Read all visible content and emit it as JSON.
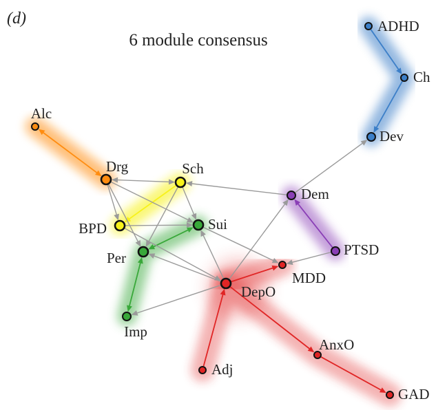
{
  "panel_label": "(d)",
  "title": "6 module consensus",
  "colors": {
    "blue": "#3c7fc8",
    "orange": "#ff8c10",
    "yellow": "#f7f21a",
    "green": "#39a83a",
    "purple": "#8a3fb6",
    "red": "#e02525",
    "grey": "#9a9a9a",
    "black": "#111111"
  },
  "modules": [
    {
      "id": "blue",
      "color": "#3c7fc8",
      "nodes": [
        "ADHD",
        "Ch",
        "Dev"
      ]
    },
    {
      "id": "orange",
      "color": "#ff8c10",
      "nodes": [
        "Alc",
        "Drg"
      ]
    },
    {
      "id": "yellow",
      "color": "#f7f21a",
      "nodes": [
        "BPD",
        "Sch"
      ]
    },
    {
      "id": "green",
      "color": "#39a83a",
      "nodes": [
        "Per",
        "Sui",
        "Imp"
      ]
    },
    {
      "id": "purple",
      "color": "#8a3fb6",
      "nodes": [
        "Dem",
        "PTSD"
      ]
    },
    {
      "id": "red",
      "color": "#e02525",
      "nodes": [
        "DepO",
        "MDD",
        "Adj",
        "AnxO",
        "GAD"
      ]
    }
  ],
  "nodes": [
    {
      "id": "ADHD",
      "label": "ADHD",
      "fill": "#3c7fc8"
    },
    {
      "id": "Ch",
      "label": "Ch",
      "fill": "#3c7fc8"
    },
    {
      "id": "Dev",
      "label": "Dev",
      "fill": "#3c7fc8"
    },
    {
      "id": "Alc",
      "label": "Alc",
      "fill": "#ff8c10"
    },
    {
      "id": "Drg",
      "label": "Drg",
      "fill": "#ff8c10"
    },
    {
      "id": "Sch",
      "label": "Sch",
      "fill": "#f7f21a"
    },
    {
      "id": "BPD",
      "label": "BPD",
      "fill": "#f7f21a"
    },
    {
      "id": "Sui",
      "label": "Sui",
      "fill": "#39a83a"
    },
    {
      "id": "Per",
      "label": "Per",
      "fill": "#39a83a"
    },
    {
      "id": "Imp",
      "label": "Imp",
      "fill": "#39a83a"
    },
    {
      "id": "Dem",
      "label": "Dem",
      "fill": "#8a3fb6"
    },
    {
      "id": "PTSD",
      "label": "PTSD",
      "fill": "#8a3fb6"
    },
    {
      "id": "DepO",
      "label": "DepO",
      "fill": "#e02525"
    },
    {
      "id": "MDD",
      "label": "MDD",
      "fill": "#e02525"
    },
    {
      "id": "AnxO",
      "label": "AnxO",
      "fill": "#e02525"
    },
    {
      "id": "Adj",
      "label": "Adj",
      "fill": "#e02525"
    },
    {
      "id": "GAD",
      "label": "GAD",
      "fill": "#e02525"
    }
  ],
  "edges": [
    {
      "from": "ADHD",
      "to": "Ch",
      "color": "#3c7fc8",
      "type": "directed"
    },
    {
      "from": "Ch",
      "to": "Dev",
      "color": "#3c7fc8",
      "type": "directed"
    },
    {
      "from": "Alc",
      "to": "Drg",
      "color": "#ff8c10",
      "type": "bidirectional"
    },
    {
      "from": "Sch",
      "to": "BPD",
      "color": "#f7f21a",
      "type": "directed"
    },
    {
      "from": "Per",
      "to": "Sui",
      "color": "#39a83a",
      "type": "bidirectional"
    },
    {
      "from": "Per",
      "to": "Imp",
      "color": "#39a83a",
      "type": "bidirectional"
    },
    {
      "from": "PTSD",
      "to": "Dem",
      "color": "#8a3fb6",
      "type": "directed"
    },
    {
      "from": "Adj",
      "to": "DepO",
      "color": "#e02525",
      "type": "directed"
    },
    {
      "from": "DepO",
      "to": "AnxO",
      "color": "#e02525",
      "type": "directed"
    },
    {
      "from": "AnxO",
      "to": "GAD",
      "color": "#e02525",
      "type": "directed"
    },
    {
      "from": "DepO",
      "to": "MDD",
      "color": "#e02525",
      "type": "directed"
    },
    {
      "from": "Dem",
      "to": "Dev",
      "color": "#9a9a9a",
      "type": "directed"
    },
    {
      "from": "Dem",
      "to": "Sch",
      "color": "#9a9a9a",
      "type": "directed"
    },
    {
      "from": "Drg",
      "to": "Sch",
      "color": "#9a9a9a",
      "type": "bidirectional"
    },
    {
      "from": "Drg",
      "to": "BPD",
      "color": "#9a9a9a",
      "type": "directed"
    },
    {
      "from": "Drg",
      "to": "Per",
      "color": "#9a9a9a",
      "type": "directed"
    },
    {
      "from": "Drg",
      "to": "Sui",
      "color": "#9a9a9a",
      "type": "directed"
    },
    {
      "from": "Sch",
      "to": "Per",
      "color": "#9a9a9a",
      "type": "directed"
    },
    {
      "from": "Sch",
      "to": "Sui",
      "color": "#9a9a9a",
      "type": "directed"
    },
    {
      "from": "BPD",
      "to": "Sui",
      "color": "#9a9a9a",
      "type": "directed"
    },
    {
      "from": "Sui",
      "to": "MDD",
      "color": "#9a9a9a",
      "type": "directed"
    },
    {
      "from": "PTSD",
      "to": "MDD",
      "color": "#9a9a9a",
      "type": "directed"
    },
    {
      "from": "DepO",
      "to": "Dem",
      "color": "#9a9a9a",
      "type": "directed"
    },
    {
      "from": "DepO",
      "to": "Sui",
      "color": "#9a9a9a",
      "type": "directed"
    },
    {
      "from": "DepO",
      "to": "Per",
      "color": "#9a9a9a",
      "type": "directed"
    },
    {
      "from": "DepO",
      "to": "Imp",
      "color": "#9a9a9a",
      "type": "directed"
    },
    {
      "from": "BPD",
      "to": "DepO",
      "color": "#9a9a9a",
      "type": "directed"
    }
  ]
}
